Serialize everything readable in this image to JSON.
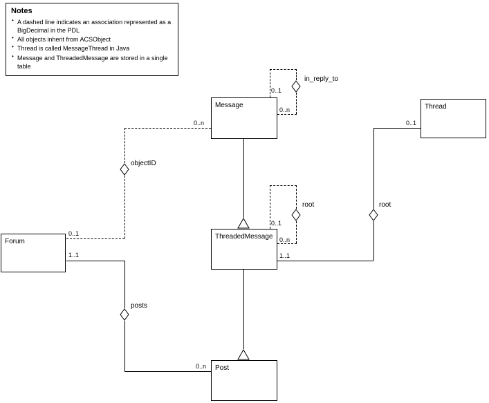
{
  "notes": {
    "title": "Notes",
    "items": [
      "A dashed line indicates an association represented as a BigDecimal in the PDL",
      "All objects inherit from ACSObject",
      "Thread is called MessageThread in Java",
      "Message and ThreadedMessage are stored in a single table"
    ]
  },
  "classes": {
    "message": "Message",
    "thread": "Thread",
    "threaded_message": "ThreadedMessage",
    "forum": "Forum",
    "post": "Post"
  },
  "associations": {
    "in_reply_to": {
      "label": "in_reply_to",
      "mult_top": "0..1",
      "mult_side": "0..n"
    },
    "root_self": {
      "label": "root",
      "mult_top": "0..1",
      "mult_side": "0..n"
    },
    "thread_root": {
      "label": "root",
      "mult_thread": "0..1",
      "mult_threaded_message": "1..1"
    },
    "object_id": {
      "label": "objectID",
      "mult_forum": "0..1",
      "mult_message": "0..n"
    },
    "posts": {
      "label": "posts",
      "mult_forum": "1..1",
      "mult_post": "0..n"
    }
  },
  "colors": {
    "line": "#000000",
    "background": "#ffffff"
  }
}
